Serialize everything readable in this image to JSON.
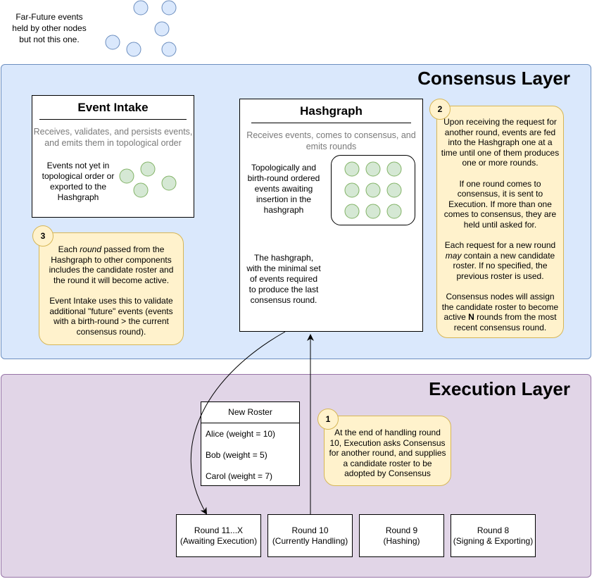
{
  "far_future": {
    "label_lines": [
      "Far-Future events",
      "held by other nodes",
      "but not this one."
    ]
  },
  "consensus_layer": {
    "title": "Consensus Layer"
  },
  "execution_layer": {
    "title": "Execution Layer"
  },
  "event_intake": {
    "title": "Event Intake",
    "description_lines": [
      "Receives, validates, and persists events,",
      "and emits them in topological order"
    ],
    "pending_label_lines": [
      "Events not yet in",
      "topological order or",
      "exported to the",
      "Hashgraph"
    ]
  },
  "hashgraph": {
    "title": "Hashgraph",
    "description_lines": [
      "Receives events, comes to consensus, and",
      "emits rounds"
    ],
    "ordered_label_lines": [
      "Topologically and",
      "birth-round ordered",
      "events awaiting",
      "insertion in the",
      "hashgraph"
    ],
    "graph_label_lines": [
      "The hashgraph,",
      "with the minimal set",
      "of events required",
      "to produce the last",
      "consensus round."
    ]
  },
  "note_1": {
    "badge": "1",
    "lines": [
      "At the end of handling round",
      "10, Execution asks Consensus",
      "for another round, and supplies",
      "a candidate roster to be",
      "adopted by Consensus"
    ]
  },
  "note_2": {
    "badge": "2",
    "p1": [
      "Upon receiving the request for",
      "another round, events are fed",
      "into the Hashgraph one at a",
      "time until one of them produces",
      "one or more rounds."
    ],
    "p2": [
      "If one round comes to",
      "consensus, it is sent to",
      "Execution. If more than one",
      "comes to consensus, they are",
      "held until asked for."
    ],
    "p3_a": "Each request for a new round",
    "p3_em": "may",
    "p3_b": " contain a new candidate",
    "p3_rest": [
      "roster. If no specified, the",
      "previous roster is used."
    ],
    "p4_a": [
      "Consensus nodes will assign",
      "the candidate roster to become"
    ],
    "p4_b1": "active ",
    "p4_strong": "N",
    "p4_b2": " rounds from the most",
    "p4_c": "recent consensus round."
  },
  "note_3": {
    "badge": "3",
    "p1_a": "Each ",
    "p1_em": "round",
    "p1_b": " passed from the",
    "p1_rest": [
      "Hashgraph to other components",
      "includes the candidate roster and",
      "the round it will become active."
    ],
    "p2": [
      "Event Intake uses this to validate",
      "additional \"future\" events (events",
      "with a birth-round > the current",
      "consensus round)."
    ]
  },
  "new_roster": {
    "title": "New Roster",
    "entries": [
      "Alice (weight = 10)",
      "Bob (weight = 5)",
      "Carol (weight = 7)"
    ]
  },
  "rounds": [
    {
      "name": "Round 11...X",
      "status": "(Awaiting Execution)"
    },
    {
      "name": "Round 10",
      "status": "(Currently Handling)"
    },
    {
      "name": "Round 9",
      "status": "(Hashing)"
    },
    {
      "name": "Round 8",
      "status": "(Signing & Exporting)"
    }
  ],
  "colors": {
    "consensus_fill": "#dae8fc",
    "consensus_stroke": "#6c8ebf",
    "execution_fill": "#e1d5e7",
    "execution_stroke": "#9673a6",
    "note_fill": "#fff2cc",
    "note_stroke": "#d6b656",
    "far_future_node_fill": "#dae8fc",
    "far_future_node_stroke": "#6c8ebf",
    "pending_node_fill": "#d5e8d4",
    "pending_node_stroke": "#82b366",
    "hashgraph_node_fill": "#e1d5e7",
    "hashgraph_node_stroke": "#9673a6"
  }
}
